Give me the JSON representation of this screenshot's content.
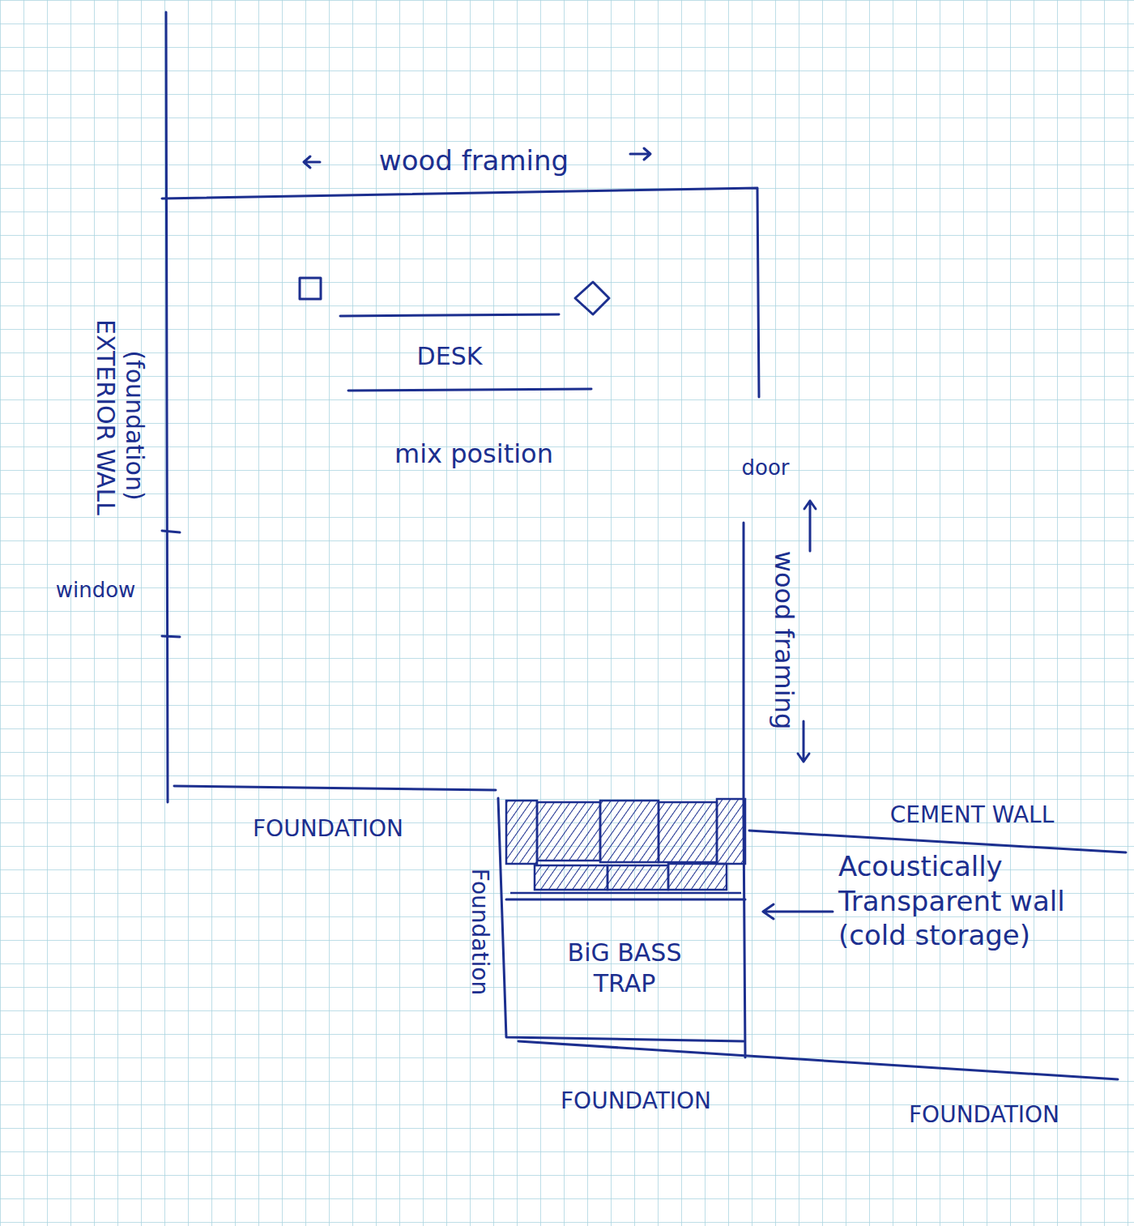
{
  "diagram": {
    "nodes": [
      {
        "text": [
          "DESK",
          "mix position"
        ]
      },
      {
        "text": [
          "BiG BASS TRAP"
        ]
      }
    ],
    "labels": [
      "wood framing",
      "EXTERIOR WALL",
      "(foundation)",
      "window",
      "door",
      "wood framing",
      "FOUNDATION",
      "Foundation",
      "CEMENT WALL",
      "Acoustically Transparent wall (cold storage)",
      "FOUNDATION",
      "FOUNDATION"
    ]
  }
}
